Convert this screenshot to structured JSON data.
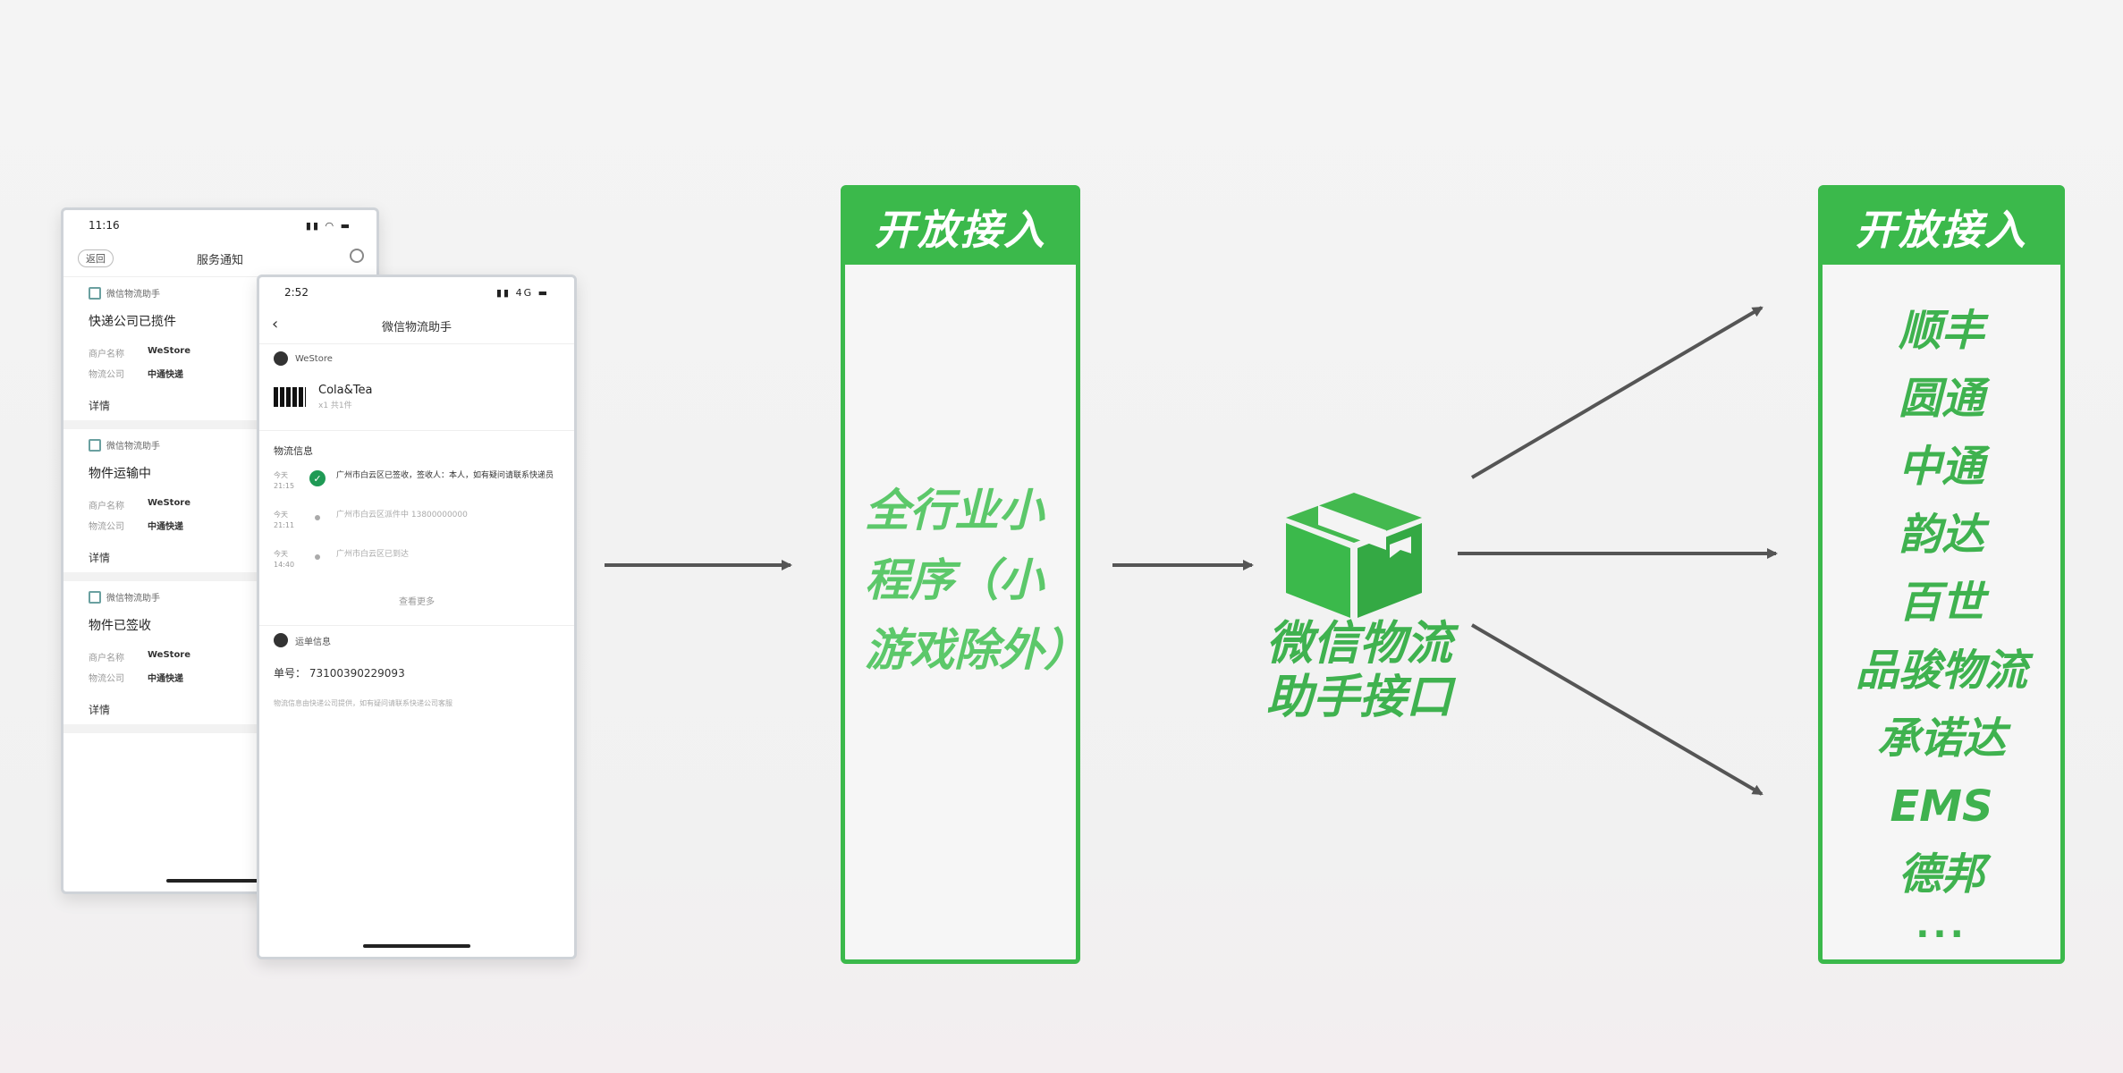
{
  "phone_back": {
    "time": "11:16",
    "back_label": "返回",
    "title": "服务通知",
    "cards": [
      {
        "tag": "微信物流助手",
        "title": "快递公司已揽件",
        "rows": [
          {
            "key": "商户名称",
            "value": "WeStore"
          },
          {
            "key": "物流公司",
            "value": "中通快递"
          }
        ],
        "detail": "详情"
      },
      {
        "tag": "微信物流助手",
        "title": "物件运输中",
        "rows": [
          {
            "key": "商户名称",
            "value": "WeStore"
          },
          {
            "key": "物流公司",
            "value": "中通快递"
          }
        ],
        "detail": "详情"
      },
      {
        "tag": "微信物流助手",
        "title": "物件已签收",
        "rows": [
          {
            "key": "商户名称",
            "value": "WeStore"
          },
          {
            "key": "物流公司",
            "value": "中通快递"
          }
        ],
        "detail": "详情"
      }
    ]
  },
  "phone_front": {
    "time": "2:52",
    "title": "微信物流助手",
    "merchant": "WeStore",
    "product_name": "Cola&Tea",
    "product_sub": "x1 共1件",
    "section_label": "物流信息",
    "timeline": [
      {
        "time": "今天 21:15",
        "text": "广州市白云区已签收，签收人：本人，如有疑问请联系快递员",
        "active": true
      },
      {
        "time": "今天 21:11",
        "text": "广州市白云区派件中 13800000000",
        "active": false
      },
      {
        "time": "今天 14:40",
        "text": "广州市白云区已到达",
        "active": false
      }
    ],
    "see_more": "查看更多",
    "shop_label": "运单信息",
    "waybill": "单号：  73100390229093",
    "footnote": "物流信息由快递公司提供，如有疑问请联系快递公司客服"
  },
  "middle_box": {
    "header": "开放接入",
    "body": "全行业小程序（小游戏除外）"
  },
  "hub": {
    "icon": "package-box-icon",
    "label": "微信物流助手接口"
  },
  "right_box": {
    "header": "开放接入",
    "couriers": [
      "顺丰",
      "圆通",
      "中通",
      "韵达",
      "百世",
      "品骏物流",
      "承诺达",
      "EMS",
      "德邦"
    ],
    "ellipsis": "..."
  },
  "colors": {
    "brand_green": "#3bb94b",
    "text_green": "#3fb24f",
    "arrow_gray": "#555555"
  }
}
